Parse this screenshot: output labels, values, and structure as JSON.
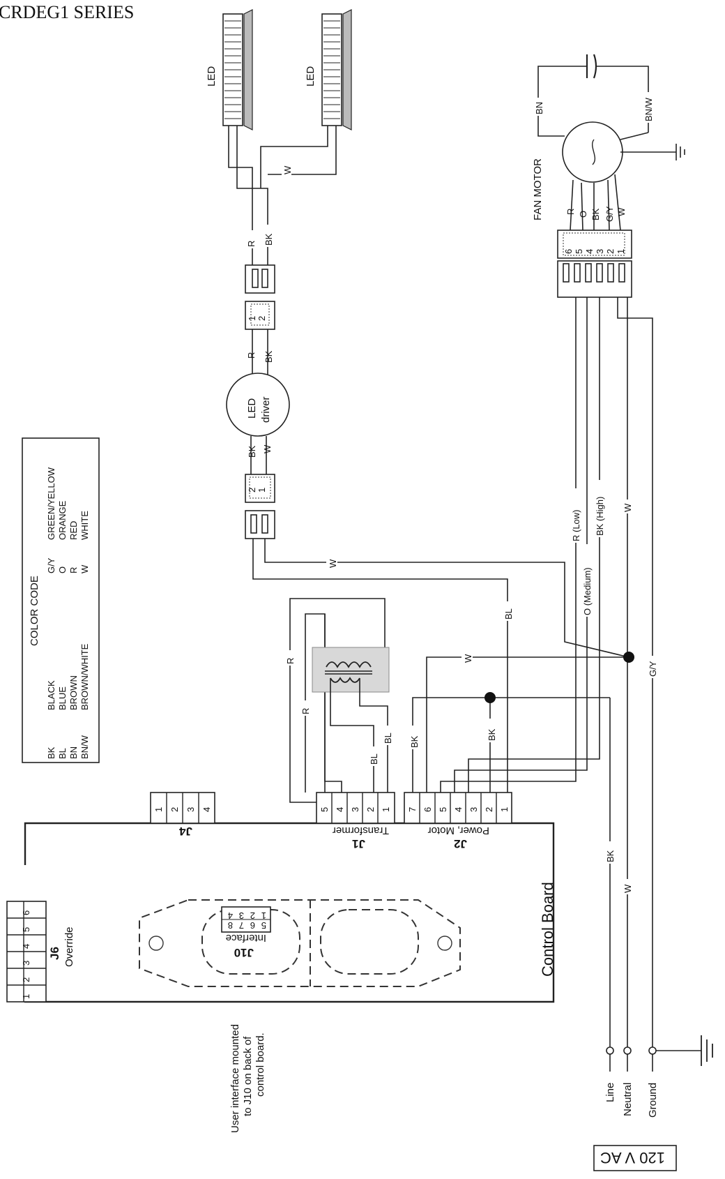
{
  "title": "CRDEG1 SERIES",
  "supply_label": "120 V AC",
  "led_label": "LED",
  "led_driver_label": [
    "LED",
    "driver"
  ],
  "fan_motor_label": "FAN MOTOR",
  "control_board_label": "Control Board",
  "user_interface_note": [
    "User interface mounted",
    "to J10 on back of",
    "control board."
  ],
  "connectors": {
    "j1": {
      "name": "J1",
      "label": "Transformer",
      "pins": [
        "5",
        "4",
        "3",
        "2",
        "1"
      ]
    },
    "j2": {
      "name": "J2",
      "label": "Power, Motor",
      "pins": [
        "7",
        "6",
        "5",
        "4",
        "3",
        "2",
        "1"
      ]
    },
    "j4": {
      "name": "J4",
      "pins": [
        "1",
        "2",
        "3",
        "4"
      ]
    },
    "j6": {
      "name": "J6",
      "label": "Override",
      "pins": [
        "1",
        "2",
        "3",
        "4",
        "5",
        "6"
      ]
    },
    "j10": {
      "name": "J10",
      "label": "Interface",
      "pins_top": [
        "4",
        "3",
        "2",
        "1"
      ],
      "pins_bottom": [
        "8",
        "7",
        "6",
        "5"
      ]
    },
    "motor_plug_pins": [
      "6",
      "5",
      "4",
      "3",
      "2",
      "1"
    ],
    "led_plug_pins": [
      "1",
      "2"
    ],
    "driver_plug_pins": [
      "2",
      "1"
    ]
  },
  "supply_terminals": [
    "Line",
    "Neutral",
    "Ground"
  ],
  "color_code": {
    "title": "COLOR CODE",
    "left": [
      {
        "code": "BK",
        "name": "BLACK"
      },
      {
        "code": "BL",
        "name": "BLUE"
      },
      {
        "code": "BN",
        "name": "BROWN"
      },
      {
        "code": "BN/W",
        "name": "BROWN/WHITE"
      }
    ],
    "right": [
      {
        "code": "G/Y",
        "name": "GREEN/YELLOW"
      },
      {
        "code": "O",
        "name": "ORANGE"
      },
      {
        "code": "R",
        "name": "RED"
      },
      {
        "code": "W",
        "name": "WHITE"
      }
    ]
  },
  "wire_labels": {
    "r": "R",
    "bk": "BK",
    "w": "W",
    "bl": "BL",
    "gy": "G/Y",
    "o": "O",
    "bn": "BN",
    "bnw": "BN/W",
    "r_low": "R (Low)",
    "o_medium": "O (Medium)",
    "bk_high": "BK (High)"
  }
}
